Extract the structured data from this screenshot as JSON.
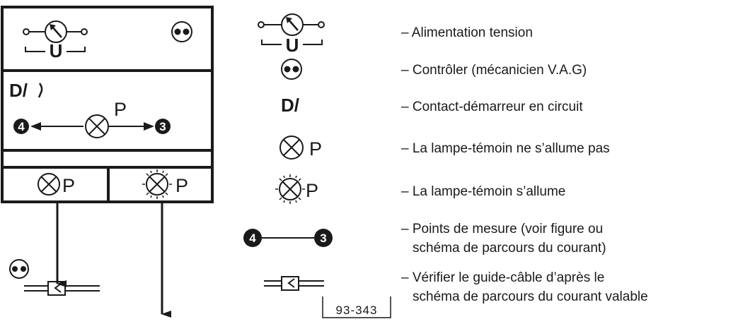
{
  "flowchart": {
    "box1": {
      "meter_label": "U"
    },
    "box2": {
      "switch_label": "D/",
      "lamp_label": "P",
      "point_left": "4",
      "point_right": "3"
    },
    "box3": {
      "left_lamp_label": "P",
      "right_lamp_label": "P"
    }
  },
  "legend": {
    "items": [
      {
        "symbol": "voltmeter-icon",
        "symbol_text": "U",
        "text": "– Alimentation tension"
      },
      {
        "symbol": "inspector-icon",
        "symbol_text": "",
        "text": "– Contrôler (mécanicien V.A.G)"
      },
      {
        "symbol": "ignition-switch-icon",
        "symbol_text": "D/",
        "text": "– Contact-démarreur en circuit"
      },
      {
        "symbol": "lamp-off-icon",
        "symbol_text": "P",
        "text": "– La lampe-témoin ne s’allume pas"
      },
      {
        "symbol": "lamp-on-icon",
        "symbol_text": "P",
        "text": "– La lampe-témoin s’allume"
      },
      {
        "symbol": "measuring-points-icon",
        "symbol_text": "",
        "point_left": "4",
        "point_right": "3",
        "text_line1": "– Points de mesure (voir figure ou",
        "text_line2": "schéma de parcours du courant)"
      },
      {
        "symbol": "cable-connector-icon",
        "symbol_text": "",
        "text_line1": "– Vérifier le guide-câble d’après le",
        "text_line2": "schéma de parcours du courant valable"
      }
    ]
  },
  "figure_ref": "93-343"
}
